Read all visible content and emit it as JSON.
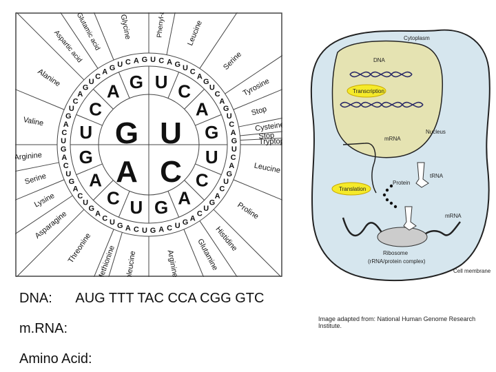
{
  "wheel": {
    "inner": [
      "G",
      "U",
      "A",
      "C"
    ],
    "middle": {
      "U": [
        "U",
        "C",
        "A",
        "G"
      ],
      "C": [
        "U",
        "C",
        "A",
        "G"
      ],
      "A": [
        "U",
        "C",
        "A",
        "G"
      ],
      "G": [
        "U",
        "C",
        "A",
        "G"
      ]
    },
    "amino_labels": [
      "Phenyl-alanine",
      "Leucine",
      "Serine",
      "Tyrosine",
      "Stop",
      "Cysteine",
      "Stop",
      "Tryptophan",
      "Leucine",
      "Proline",
      "Histidine",
      "Glutamine",
      "Arginine",
      "Isoleucine",
      "Methionine",
      "Threonine",
      "Asparagine",
      "Lysine",
      "Serine",
      "Arginine",
      "Valine",
      "Alanine",
      "Aspartic acid",
      "Glutamic acid",
      "Glycine"
    ]
  },
  "worksheet": {
    "dna_label": "DNA:",
    "dna_sequence": "AUG TTT TAC CCA CGG GTC",
    "mrna_label": "m.RNA:",
    "amino_label": "Amino Acid:"
  },
  "cell_diagram": {
    "labels": {
      "cytoplasm": "Cytoplasm",
      "dna": "DNA",
      "transcription": "Transcription",
      "mrna_nucleus": "mRNA",
      "nucleus": "Nucleus",
      "trna": "tRNA",
      "protein": "Protein",
      "translation": "Translation",
      "mrna": "mRNA",
      "ribosome": "Ribosome",
      "ribosome_sub": "(rRNA/protein complex)",
      "cell_membrane": "Cell membrane"
    },
    "colors": {
      "cell_fill": "#d6e6ee",
      "nucleus_fill": "#e5e3b2",
      "bubble_fill": "#f5ea2a",
      "bubble_stroke": "#c8a800"
    }
  },
  "credit": "Image adapted from: National Human Genome Research Institute."
}
